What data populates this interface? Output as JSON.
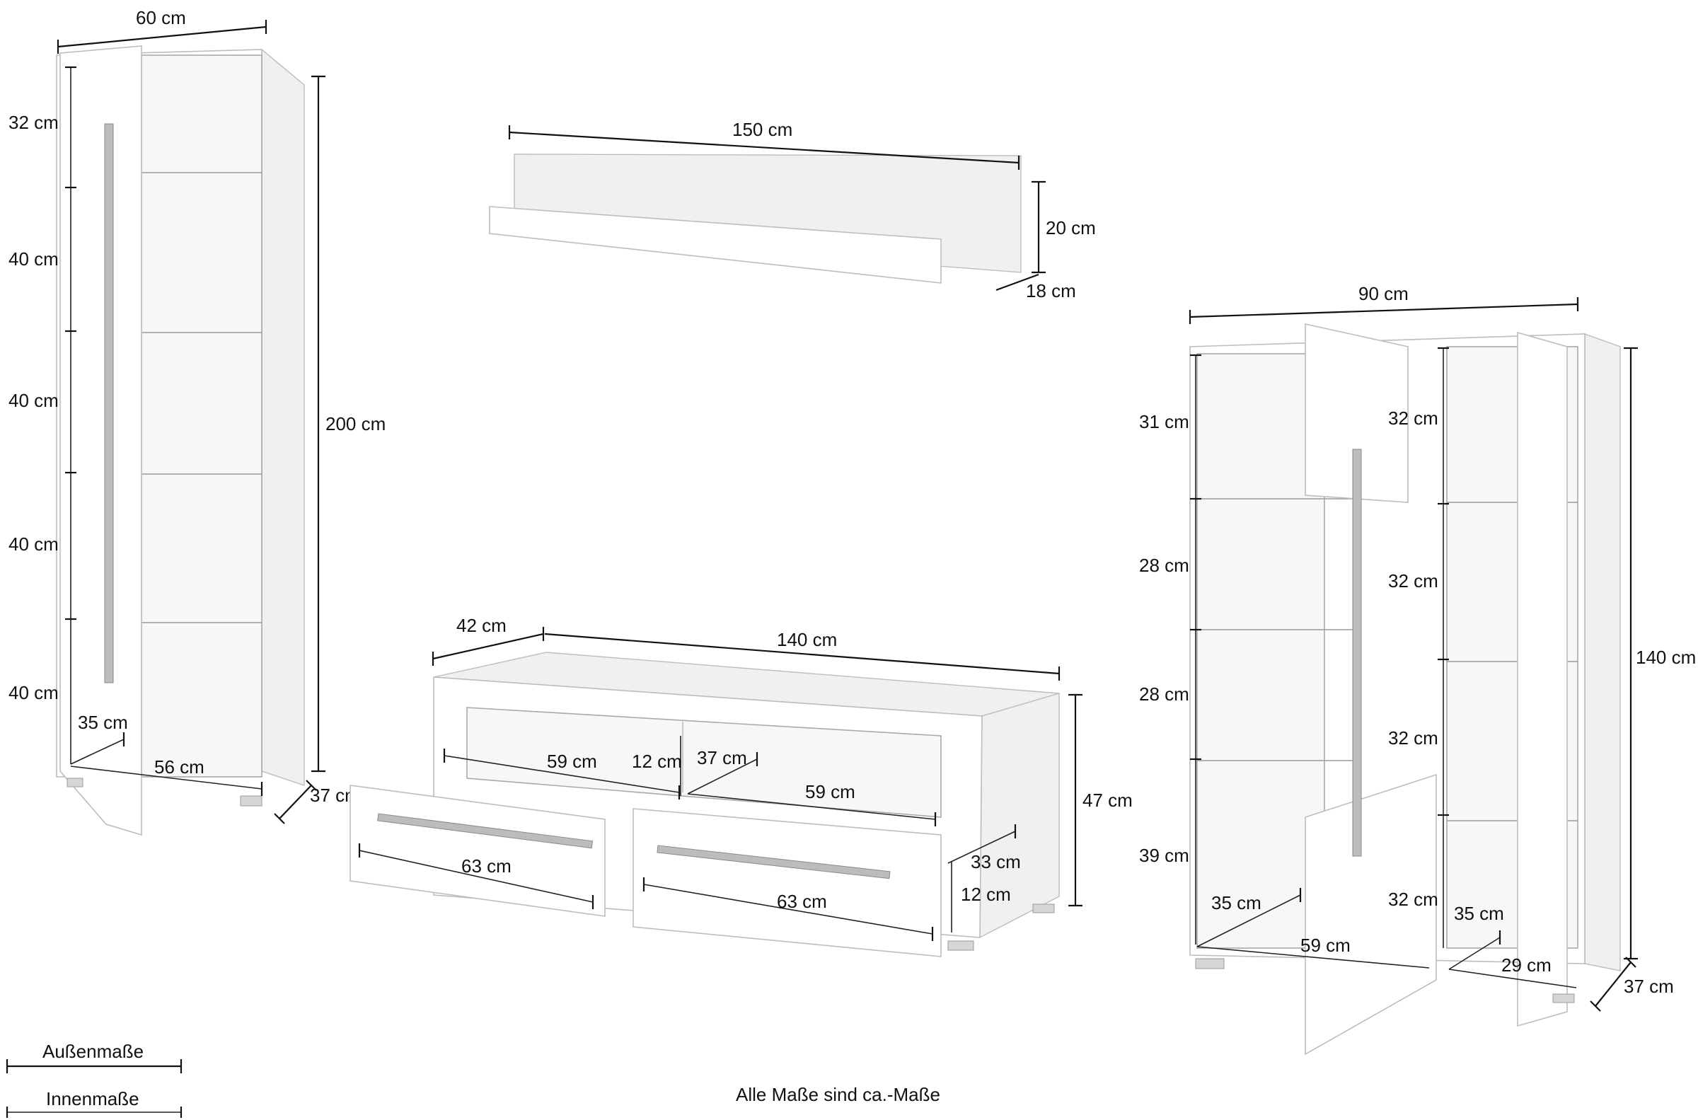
{
  "footnote": "Alle Maße sind ca.-Maße",
  "legend": {
    "outer_label": "Außenmaße",
    "inner_label": "Innenmaße"
  },
  "tall_cabinet": {
    "width": "60 cm",
    "height": "200 cm",
    "depth": "37 cm",
    "inner_width": "56 cm",
    "inner_depth": "35 cm",
    "compartments": [
      "32 cm",
      "40 cm",
      "40 cm",
      "40 cm",
      "40 cm"
    ]
  },
  "wall_shelf": {
    "width": "150 cm",
    "height": "20 cm",
    "depth": "18 cm"
  },
  "tv_board": {
    "width": "140 cm",
    "depth": "42 cm",
    "height": "47 cm",
    "open_left_width": "59 cm",
    "open_right_width": "59 cm",
    "open_height": "12 cm",
    "open_depth": "37 cm",
    "drawer_left_width": "63 cm",
    "drawer_right_width": "63 cm",
    "drawer_depth": "33 cm",
    "drawer_height": "12 cm"
  },
  "highboard": {
    "width": "90 cm",
    "height": "140 cm",
    "depth": "37 cm",
    "left_compartments": [
      "31 cm",
      "28 cm",
      "28 cm",
      "39 cm"
    ],
    "right_compartments": [
      "32 cm",
      "32 cm",
      "32 cm",
      "32 cm"
    ],
    "left_inner_width": "59 cm",
    "left_inner_depth": "35 cm",
    "right_inner_width": "29 cm",
    "right_inner_depth": "35 cm"
  }
}
